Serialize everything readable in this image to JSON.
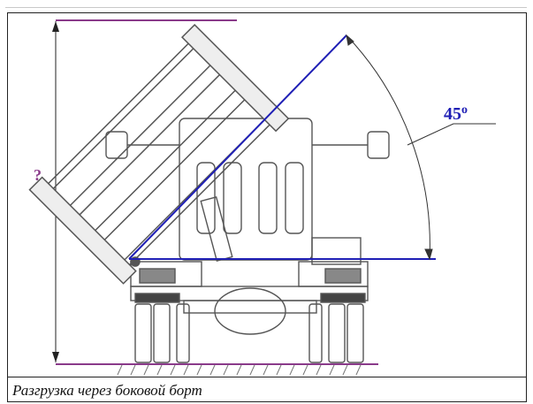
{
  "figure": {
    "unknown_height_label": "?",
    "angle_label": "45",
    "angle_unit": "o",
    "colors": {
      "height_dimension": "#8a3a8a",
      "tilt_guides": "#1f1fb5",
      "drawing": "#555555",
      "ground": "#8a3a8a"
    }
  },
  "caption": {
    "text": "Разгрузка через боковой борт"
  }
}
